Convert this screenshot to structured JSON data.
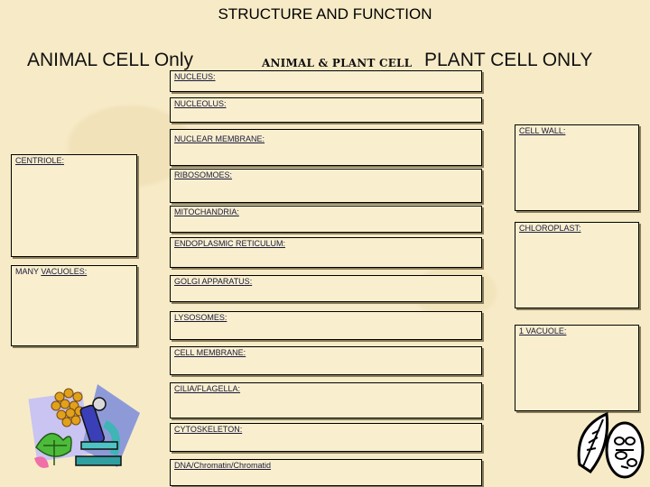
{
  "title": "STRUCTURE AND FUNCTION",
  "headers": {
    "animal": "ANIMAL CELL Only",
    "both": "ANIMAL & PLANT CELL",
    "plant": "PLANT CELL ONLY"
  },
  "middle": [
    "NUCLEUS:",
    "NUCLEOLUS:",
    "NUCLEAR MEMBRANE:",
    "RIBOSOMOES:",
    "MITOCHANDRIA:",
    "ENDOPLASMIC RETICULUM:",
    "GOLGI APPARATUS:",
    "LYSOSOMES:",
    "CELL MEMBRANE:",
    "CILIA/FLAGELLA:",
    "CYTOSKELETON:",
    "DNA/Chromatin/Chromatid"
  ],
  "animal": {
    "centriole": "CENTRIOLE:",
    "vacuoles_prefix": "MANY",
    "vacuoles": "VACUOLES:"
  },
  "plant": {
    "cell_wall": "CELL WALL:",
    "chloroplast": "CHLOROPLAST:",
    "vacuole": "1 VACUOLE:"
  },
  "icons": {
    "microscope": "microscope-clipart",
    "leaf": "leaf-cell-clipart"
  }
}
